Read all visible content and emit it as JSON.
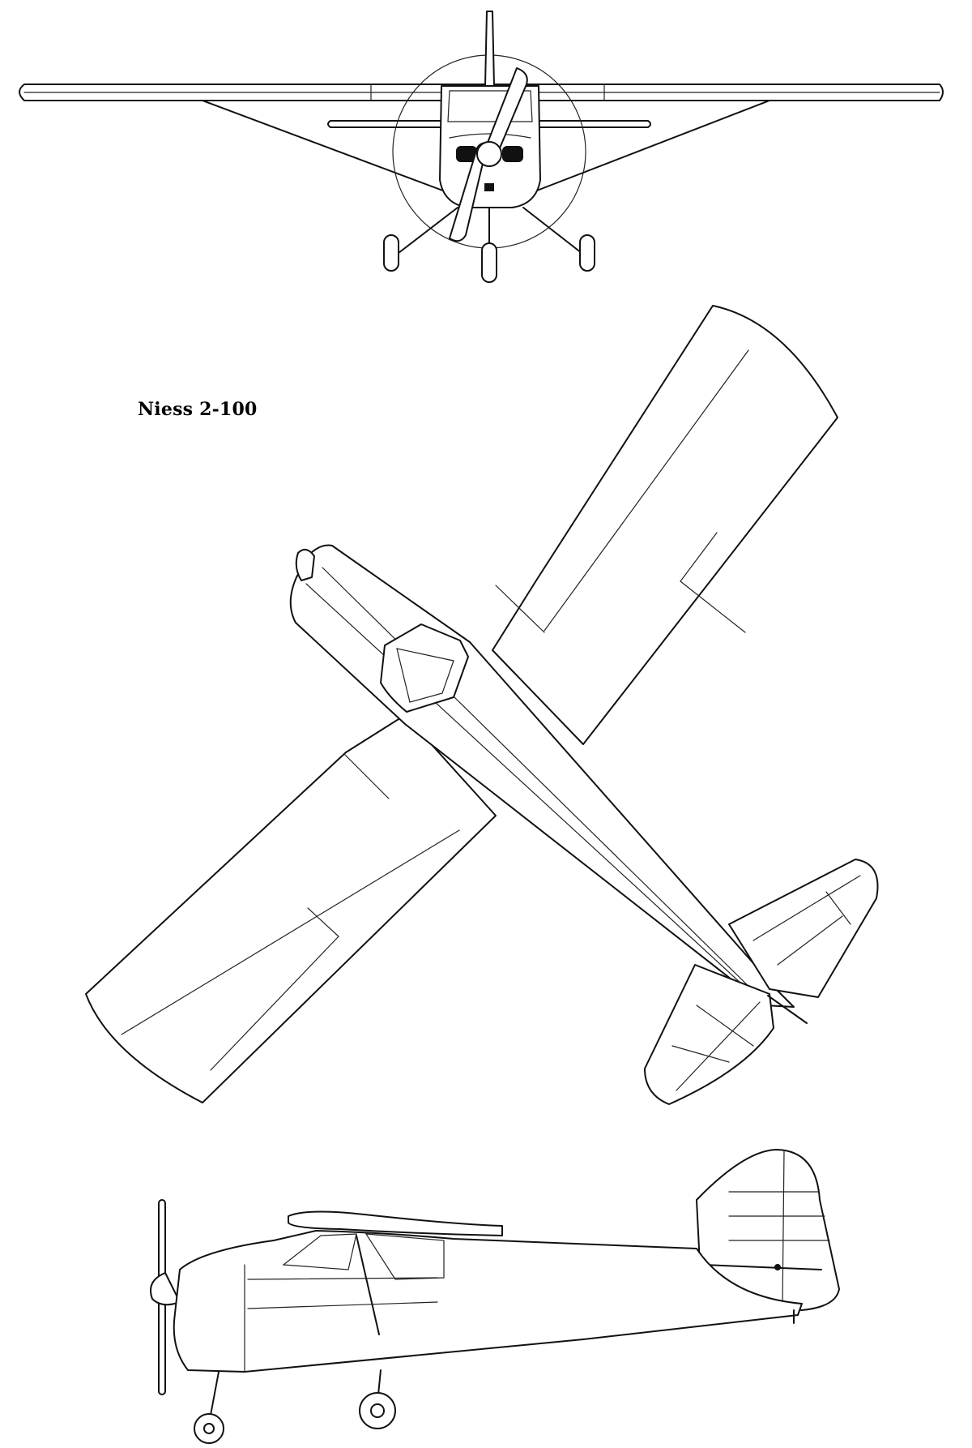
{
  "diagram": {
    "title": "Niess 2-100",
    "views": [
      {
        "name": "front-view"
      },
      {
        "name": "top-view"
      },
      {
        "name": "side-view"
      }
    ],
    "colors": {
      "ink": "#111111",
      "paper": "#ffffff"
    }
  }
}
